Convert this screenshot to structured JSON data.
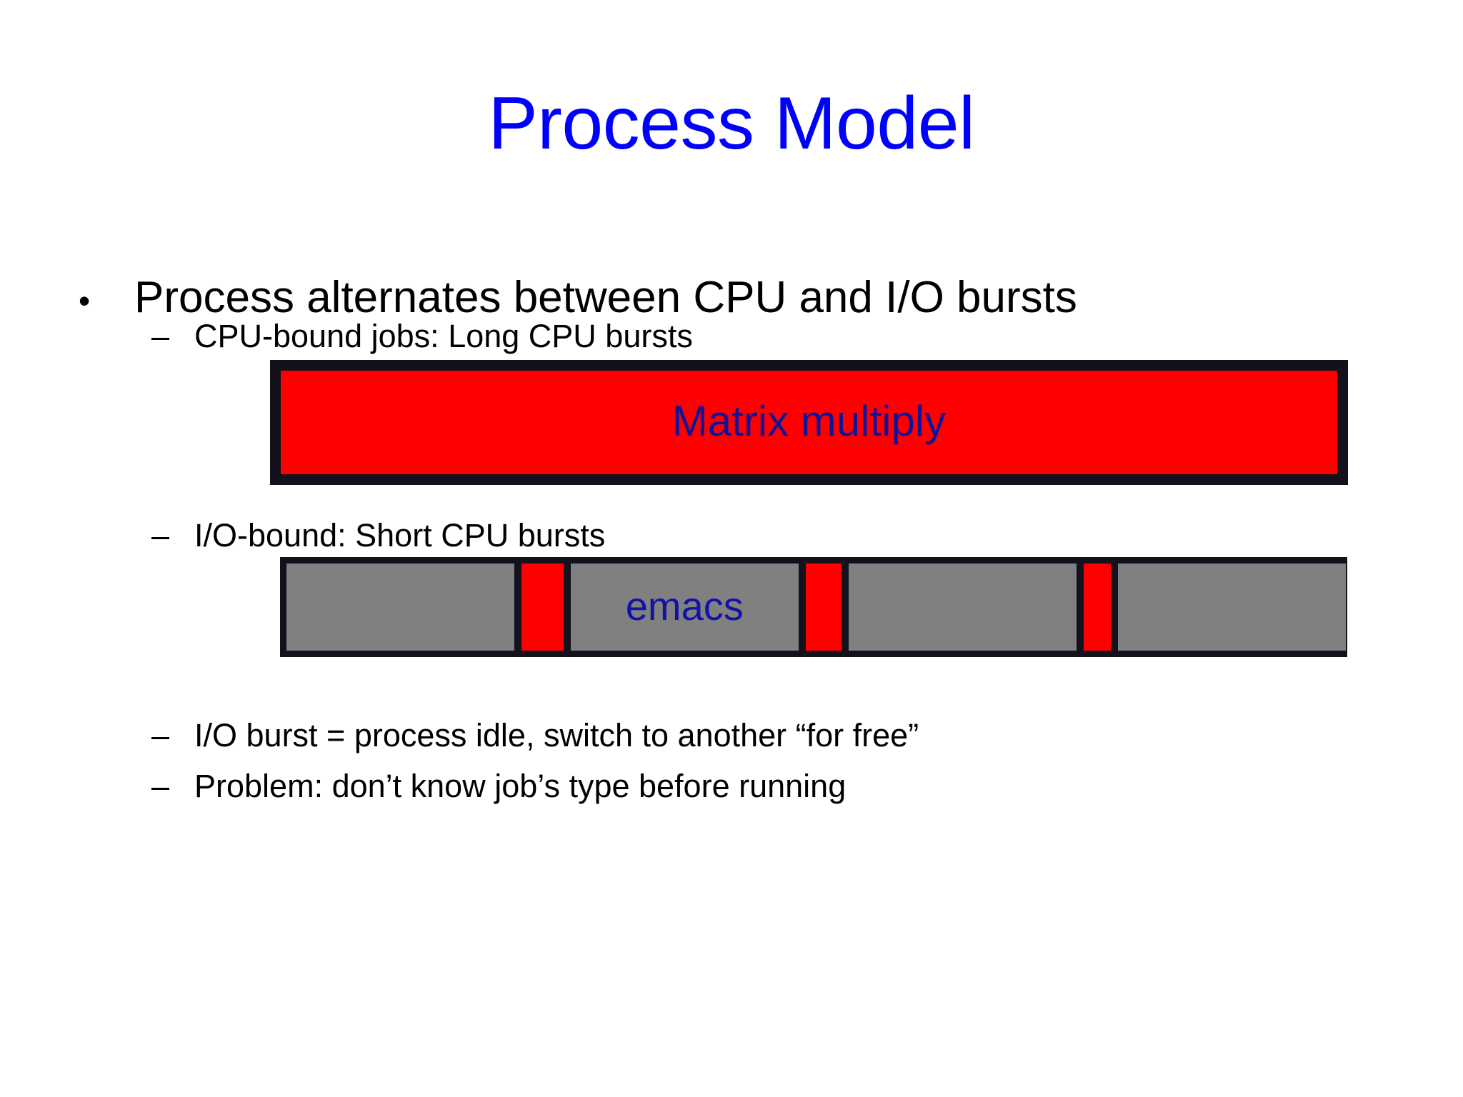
{
  "slide": {
    "title": "Process Model",
    "title_color": "#0000FF",
    "background_color": "#FFFFFF"
  },
  "bullets": {
    "level1": [
      {
        "marker": "•",
        "text": "Process alternates between CPU and I/O bursts"
      }
    ],
    "level2": [
      {
        "marker": "–",
        "text": "CPU-bound jobs: Long CPU bursts"
      },
      {
        "marker": "–",
        "text": "I/O-bound: Short CPU bursts"
      },
      {
        "marker": "–",
        "text": "I/O burst = process idle, switch to another “for free”"
      },
      {
        "marker": "–",
        "text": "Problem: don’t know job’s type before running"
      }
    ]
  },
  "diagram": {
    "cpu_bound_bar": {
      "label": "Matrix multiply",
      "fill_color": "#FF0000",
      "border_color": "#13111C",
      "label_color": "#121299"
    },
    "io_bound_bar": {
      "label": "emacs",
      "idle_color": "#808080",
      "burst_color": "#FF0000",
      "border_color": "#13111C",
      "label_color": "#1212A8",
      "segments": [
        {
          "kind": "idle",
          "width_pct": 21.6,
          "label": ""
        },
        {
          "kind": "burst",
          "width_pct": 4.0,
          "label": ""
        },
        {
          "kind": "idle",
          "width_pct": 21.6,
          "label": "emacs"
        },
        {
          "kind": "burst",
          "width_pct": 3.4,
          "label": ""
        },
        {
          "kind": "idle",
          "width_pct": 21.6,
          "label": ""
        },
        {
          "kind": "burst",
          "width_pct": 2.6,
          "label": ""
        },
        {
          "kind": "idle",
          "width_pct": 21.6,
          "label": ""
        }
      ]
    }
  }
}
